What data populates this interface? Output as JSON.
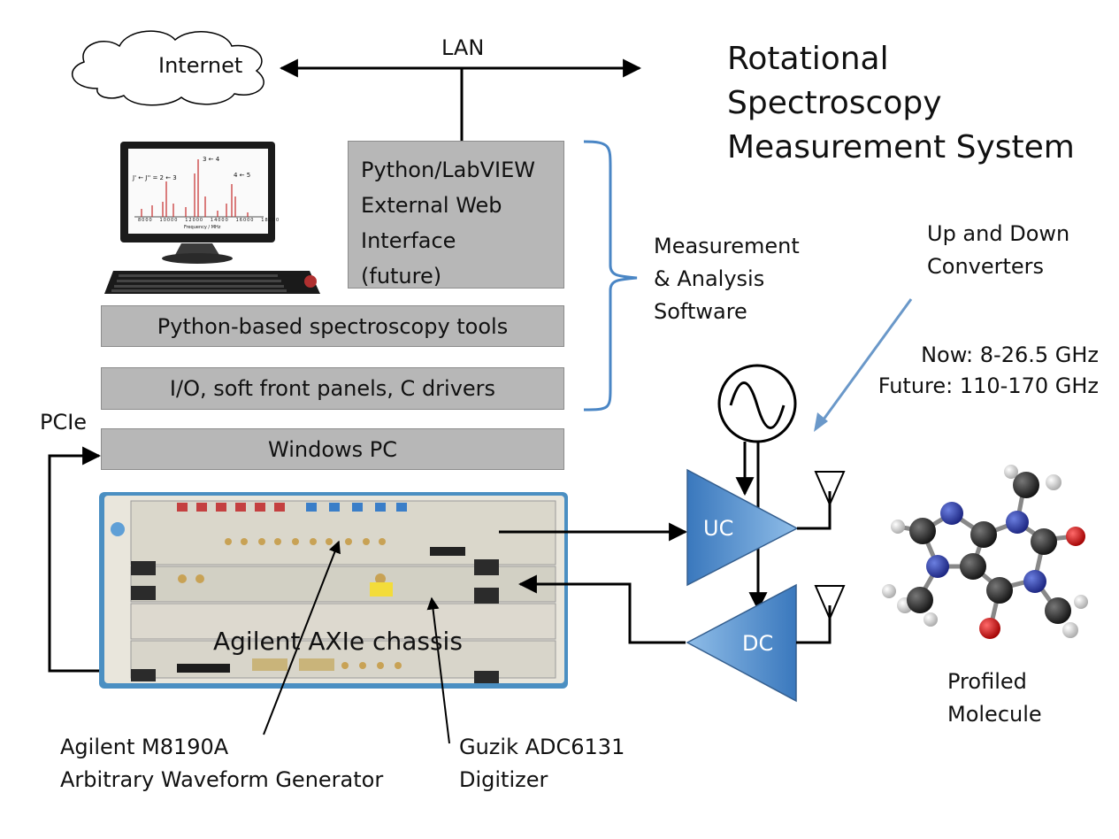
{
  "title": [
    "Rotational",
    "Spectroscopy",
    "Measurement System"
  ],
  "lan": {
    "label": "LAN"
  },
  "internet": {
    "label": "Internet"
  },
  "web_interface": {
    "lines": [
      "Python/LabVIEW",
      "External Web",
      "Interface",
      "(future)"
    ]
  },
  "layers": {
    "python_tools": "Python-based spectroscopy tools",
    "io_drivers": "I/O, soft front panels, C drivers",
    "windows_pc": "Windows PC"
  },
  "pcie": {
    "label": "PCIe"
  },
  "software": {
    "lines": [
      "Measurement",
      "& Analysis",
      "Software"
    ]
  },
  "converters": {
    "lines": [
      "Up and Down",
      "Converters"
    ]
  },
  "frequency": {
    "now": "Now: 8-26.5 GHz",
    "future": "Future: 110-170 GHz"
  },
  "uc": {
    "label": "UC"
  },
  "dc": {
    "label": "DC"
  },
  "chassis": {
    "label": "Agilent AXIe chassis"
  },
  "awg": {
    "lines": [
      "Agilent M8190A",
      "Arbitrary Waveform Generator"
    ]
  },
  "digitizer": {
    "lines": [
      "Guzik ADC6131",
      "Digitizer"
    ]
  },
  "molecule": {
    "lines": [
      "Profiled",
      "Molecule"
    ]
  },
  "monitor": {
    "annotations": [
      "3 ← 4",
      "J' ← J'' = 2 ← 3",
      "4 ← 5"
    ],
    "ticks": [
      "8000",
      "10000",
      "12000",
      "14000",
      "16000",
      "18000"
    ],
    "xlabel": "Frequency / MHz"
  },
  "colors": {
    "box": "#b7b7b7",
    "blue_accent": "#4a86c5",
    "amp_blue": "#4d8fd0",
    "oxygen": "#d42020",
    "nitrogen": "#2b3fa8",
    "carbon": "#222222",
    "hydrogen": "#e6e6e6"
  }
}
